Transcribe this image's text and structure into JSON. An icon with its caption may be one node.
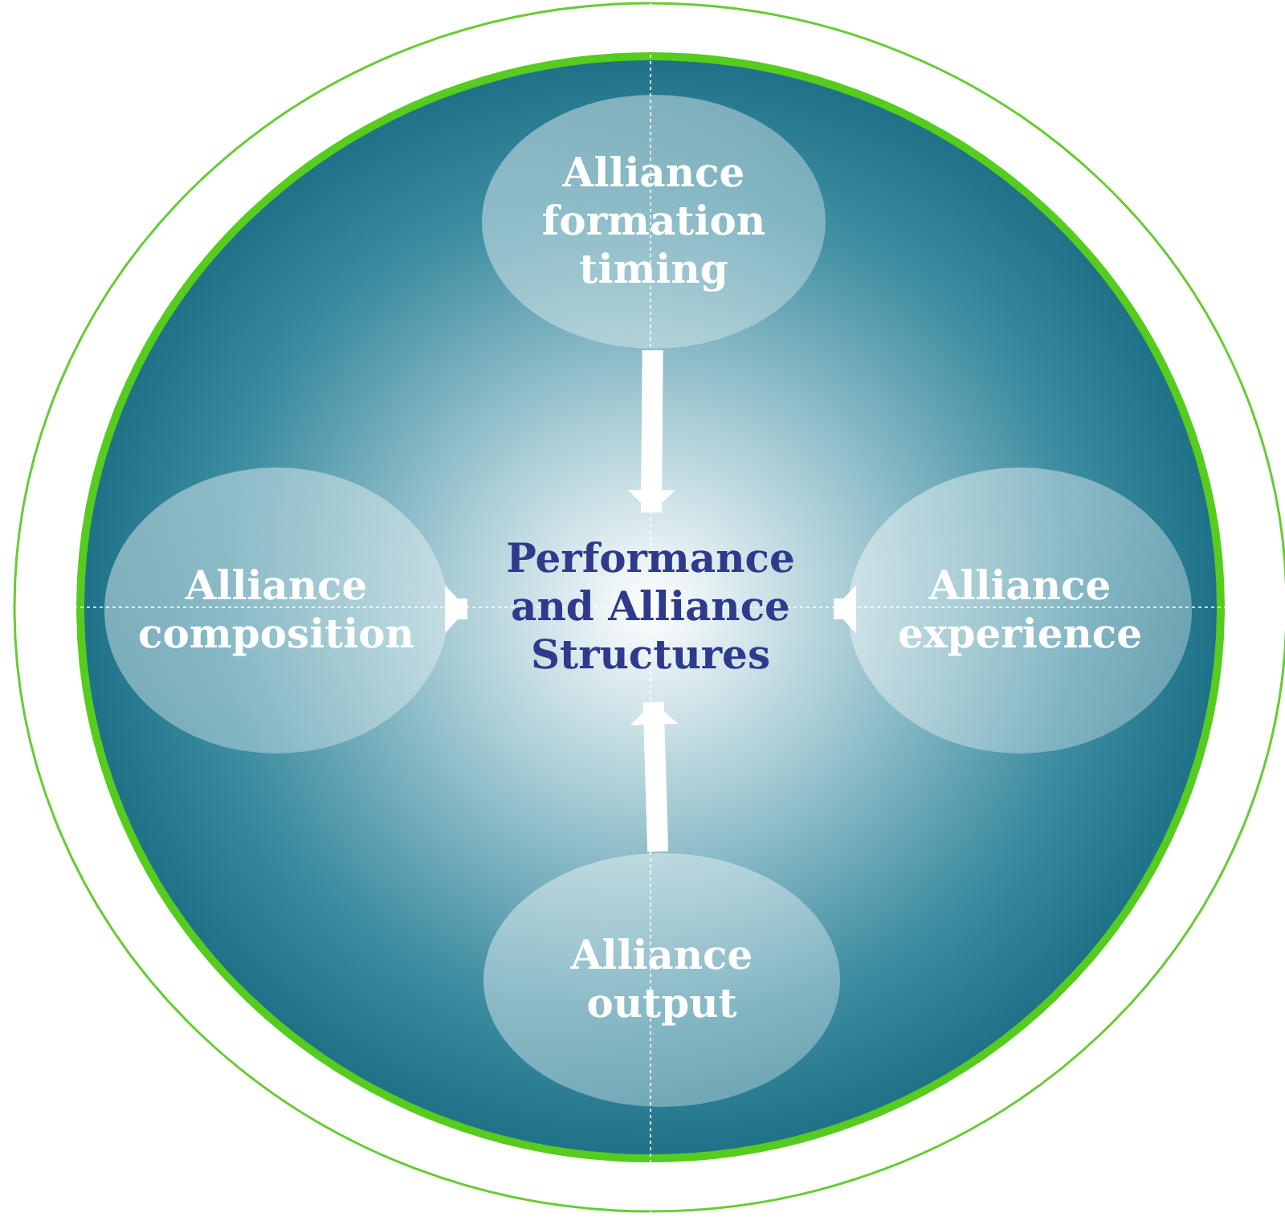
{
  "diagram": {
    "nodes": [
      {
        "text": [
          "Alliance formation timing"
        ]
      },
      {
        "text": [
          "Alliance composition"
        ]
      },
      {
        "text": [
          "Performance and Alliance Structures"
        ]
      },
      {
        "text": [
          "Alliance experience"
        ]
      },
      {
        "text": [
          "Alliance output"
        ]
      }
    ],
    "edges": [
      {
        "from": 0,
        "to": 2,
        "arrow": "to"
      },
      {
        "from": 1,
        "to": 2,
        "arrow": "to"
      },
      {
        "from": 3,
        "to": 2,
        "arrow": "to"
      },
      {
        "from": 4,
        "to": 2,
        "arrow": "to"
      }
    ]
  }
}
